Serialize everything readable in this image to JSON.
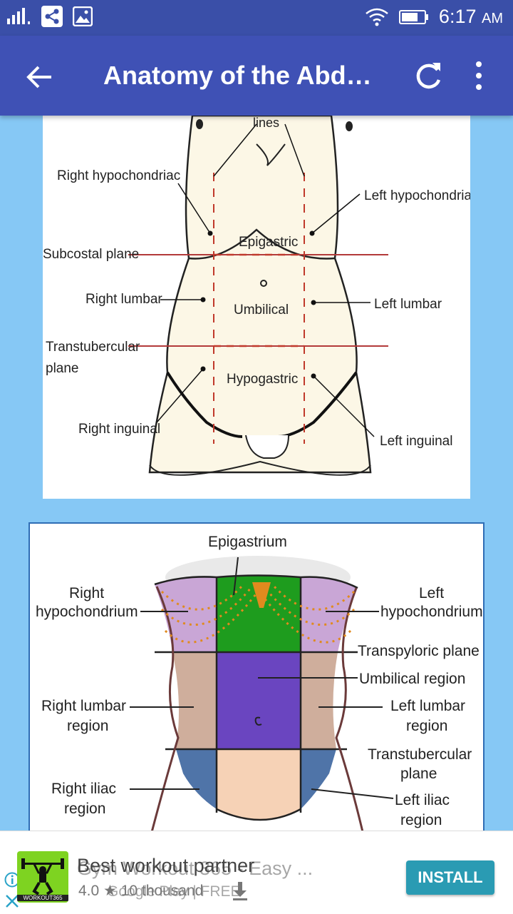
{
  "status_bar": {
    "time": "6:17",
    "ampm": "AM"
  },
  "app_bar": {
    "title": "Anatomy of the Abd…"
  },
  "diagram1": {
    "labels": {
      "lines": "lines",
      "right_hypochondriac": "Right hypochondriac",
      "left_hypochondriac": "Left hypochondriac",
      "epigastric": "Epigastric",
      "subcostal_plane": "Subcostal plane",
      "right_lumbar": "Right lumbar",
      "umbilical": "Umbilical",
      "left_lumbar": "Left lumbar",
      "transtubercular_line1": "Transtubercular",
      "transtubercular_line2": "plane",
      "hypogastric": "Hypogastric",
      "right_inguinal": "Right inguinal",
      "left_inguinal": "Left inguinal"
    },
    "colors": {
      "plane_line": "#b33a3a",
      "region_line": "#c0392b"
    }
  },
  "diagram2": {
    "labels": {
      "epigastrium": "Epigastrium",
      "right_hypochondrium_1": "Right",
      "right_hypochondrium_2": "hypochondrium",
      "left_hypochondrium_1": "Left",
      "left_hypochondrium_2": "hypochondrium",
      "transpyloric_plane": "Transpyloric plane",
      "umbilical_region": "Umbilical region",
      "right_lumbar_1": "Right lumbar",
      "right_lumbar_2": "region",
      "left_lumbar_1": "Left lumbar",
      "left_lumbar_2": "region",
      "transtubercular_1": "Transtubercular",
      "transtubercular_2": "plane",
      "right_iliac_1": "Right iliac",
      "right_iliac_2": "region",
      "left_iliac_1": "Left iliac",
      "left_iliac_2": "region"
    },
    "colors": {
      "hypochondrium": "#c9a6d6",
      "epigastrium": "#1e9c1e",
      "umbilical": "#6a45c0",
      "lumbar": "#cfae9c",
      "iliac": "#4f74a8",
      "hypogastric": "#f6d2b6",
      "ribs": "#e08a1e"
    }
  },
  "ad": {
    "app_name_overlay": "Gym Workout 365 - Easy ...",
    "headline": "Best workout partner",
    "rating": "4.0",
    "store": "Google Play",
    "downloads": "10 thousand",
    "price": "FREE",
    "install_label": "INSTALL",
    "logo_text": "WORKOUT365"
  }
}
